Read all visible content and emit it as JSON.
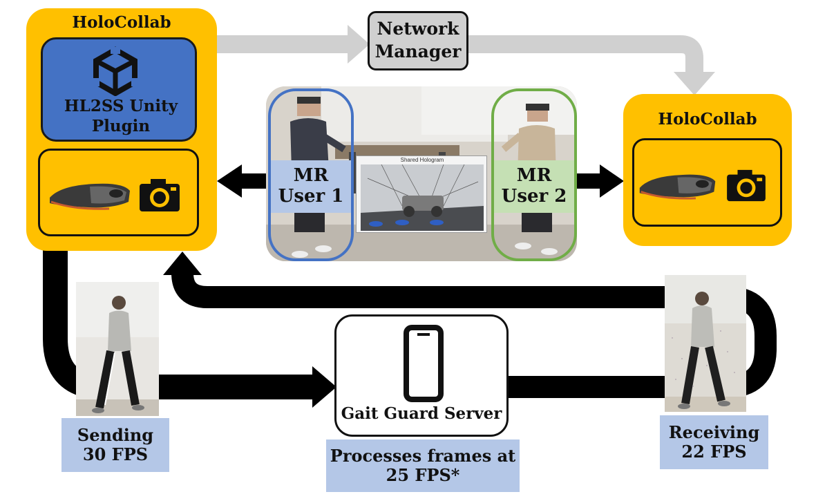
{
  "colors": {
    "holocollab": "#ffc000",
    "plugin": "#4472c4",
    "network_manager": "#d0d0d0",
    "user1_label": "#b4c7e7",
    "user2_label": "#c5e0b4",
    "info_box": "#b4c7e7",
    "arrow_black": "#000000",
    "arrow_gray": "#d0d0d0",
    "user1_frame": "#4472c4",
    "user2_frame": "#70ad47"
  },
  "holocollab_left": {
    "title": "HoloCollab",
    "plugin_line1": "HL2SS Unity",
    "plugin_line2": "Plugin",
    "plugin_icon": "unity-logo-icon"
  },
  "holocollab_right": {
    "title": "HoloCollab"
  },
  "network_manager": {
    "line1": "Network",
    "line2": "Manager"
  },
  "scene": {
    "user1_line1": "MR",
    "user1_line2": "User 1",
    "user2_line1": "MR",
    "user2_line2": "User 2",
    "hologram_title": "Shared Hologram"
  },
  "server": {
    "label": "Gait Guard Server",
    "icon": "smartphone-icon"
  },
  "sending": {
    "line1": "Sending",
    "line2": "30 FPS"
  },
  "processing": {
    "line1": "Processes frames at",
    "line2": "25 FPS*"
  },
  "receiving": {
    "line1": "Receiving",
    "line2": "22 FPS"
  }
}
